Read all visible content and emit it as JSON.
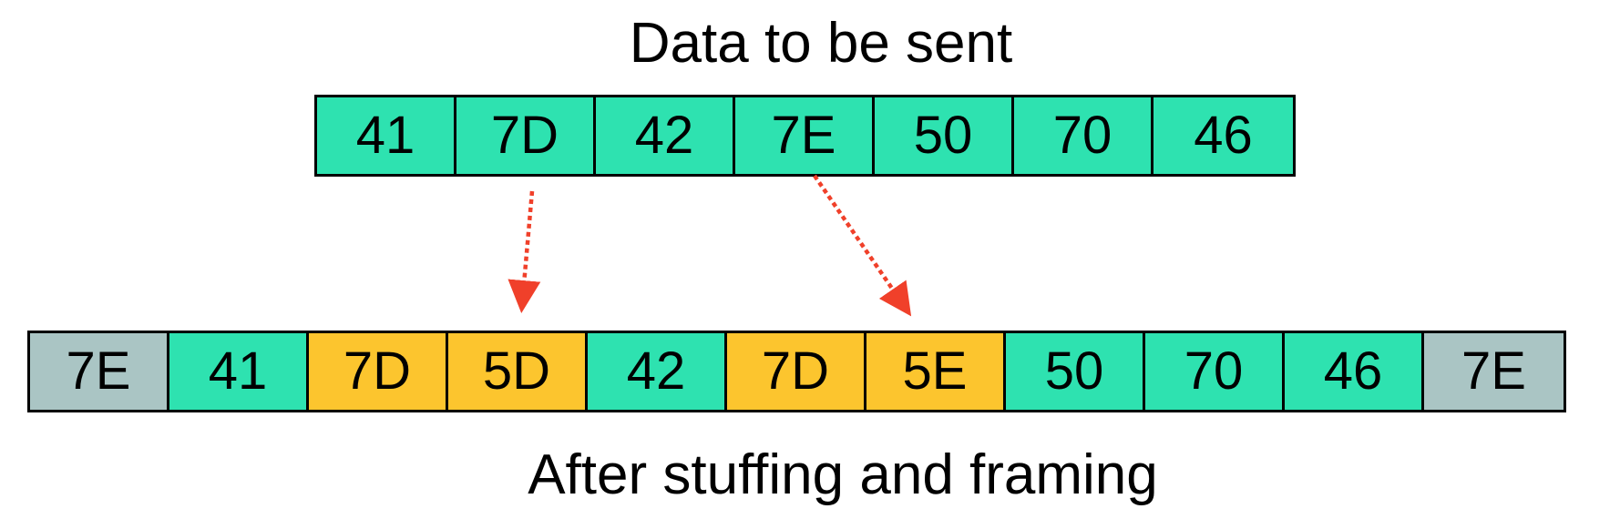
{
  "top": {
    "title": "Data to be sent",
    "cells": [
      "41",
      "7D",
      "42",
      "7E",
      "50",
      "70",
      "46"
    ]
  },
  "bottom": {
    "title": "After stuffing and framing",
    "cells": [
      {
        "value": "7E",
        "kind": "flag"
      },
      {
        "value": "41",
        "kind": "data"
      },
      {
        "value": "7D",
        "kind": "escape"
      },
      {
        "value": "5D",
        "kind": "escape"
      },
      {
        "value": "42",
        "kind": "data"
      },
      {
        "value": "7D",
        "kind": "escape"
      },
      {
        "value": "5E",
        "kind": "escape"
      },
      {
        "value": "50",
        "kind": "data"
      },
      {
        "value": "70",
        "kind": "data"
      },
      {
        "value": "46",
        "kind": "data"
      },
      {
        "value": "7E",
        "kind": "flag"
      }
    ]
  },
  "colors": {
    "data": "#2ee2b0",
    "flag": "#aac5c4",
    "escape": "#fcc52e",
    "arrow": "#f0402a"
  }
}
